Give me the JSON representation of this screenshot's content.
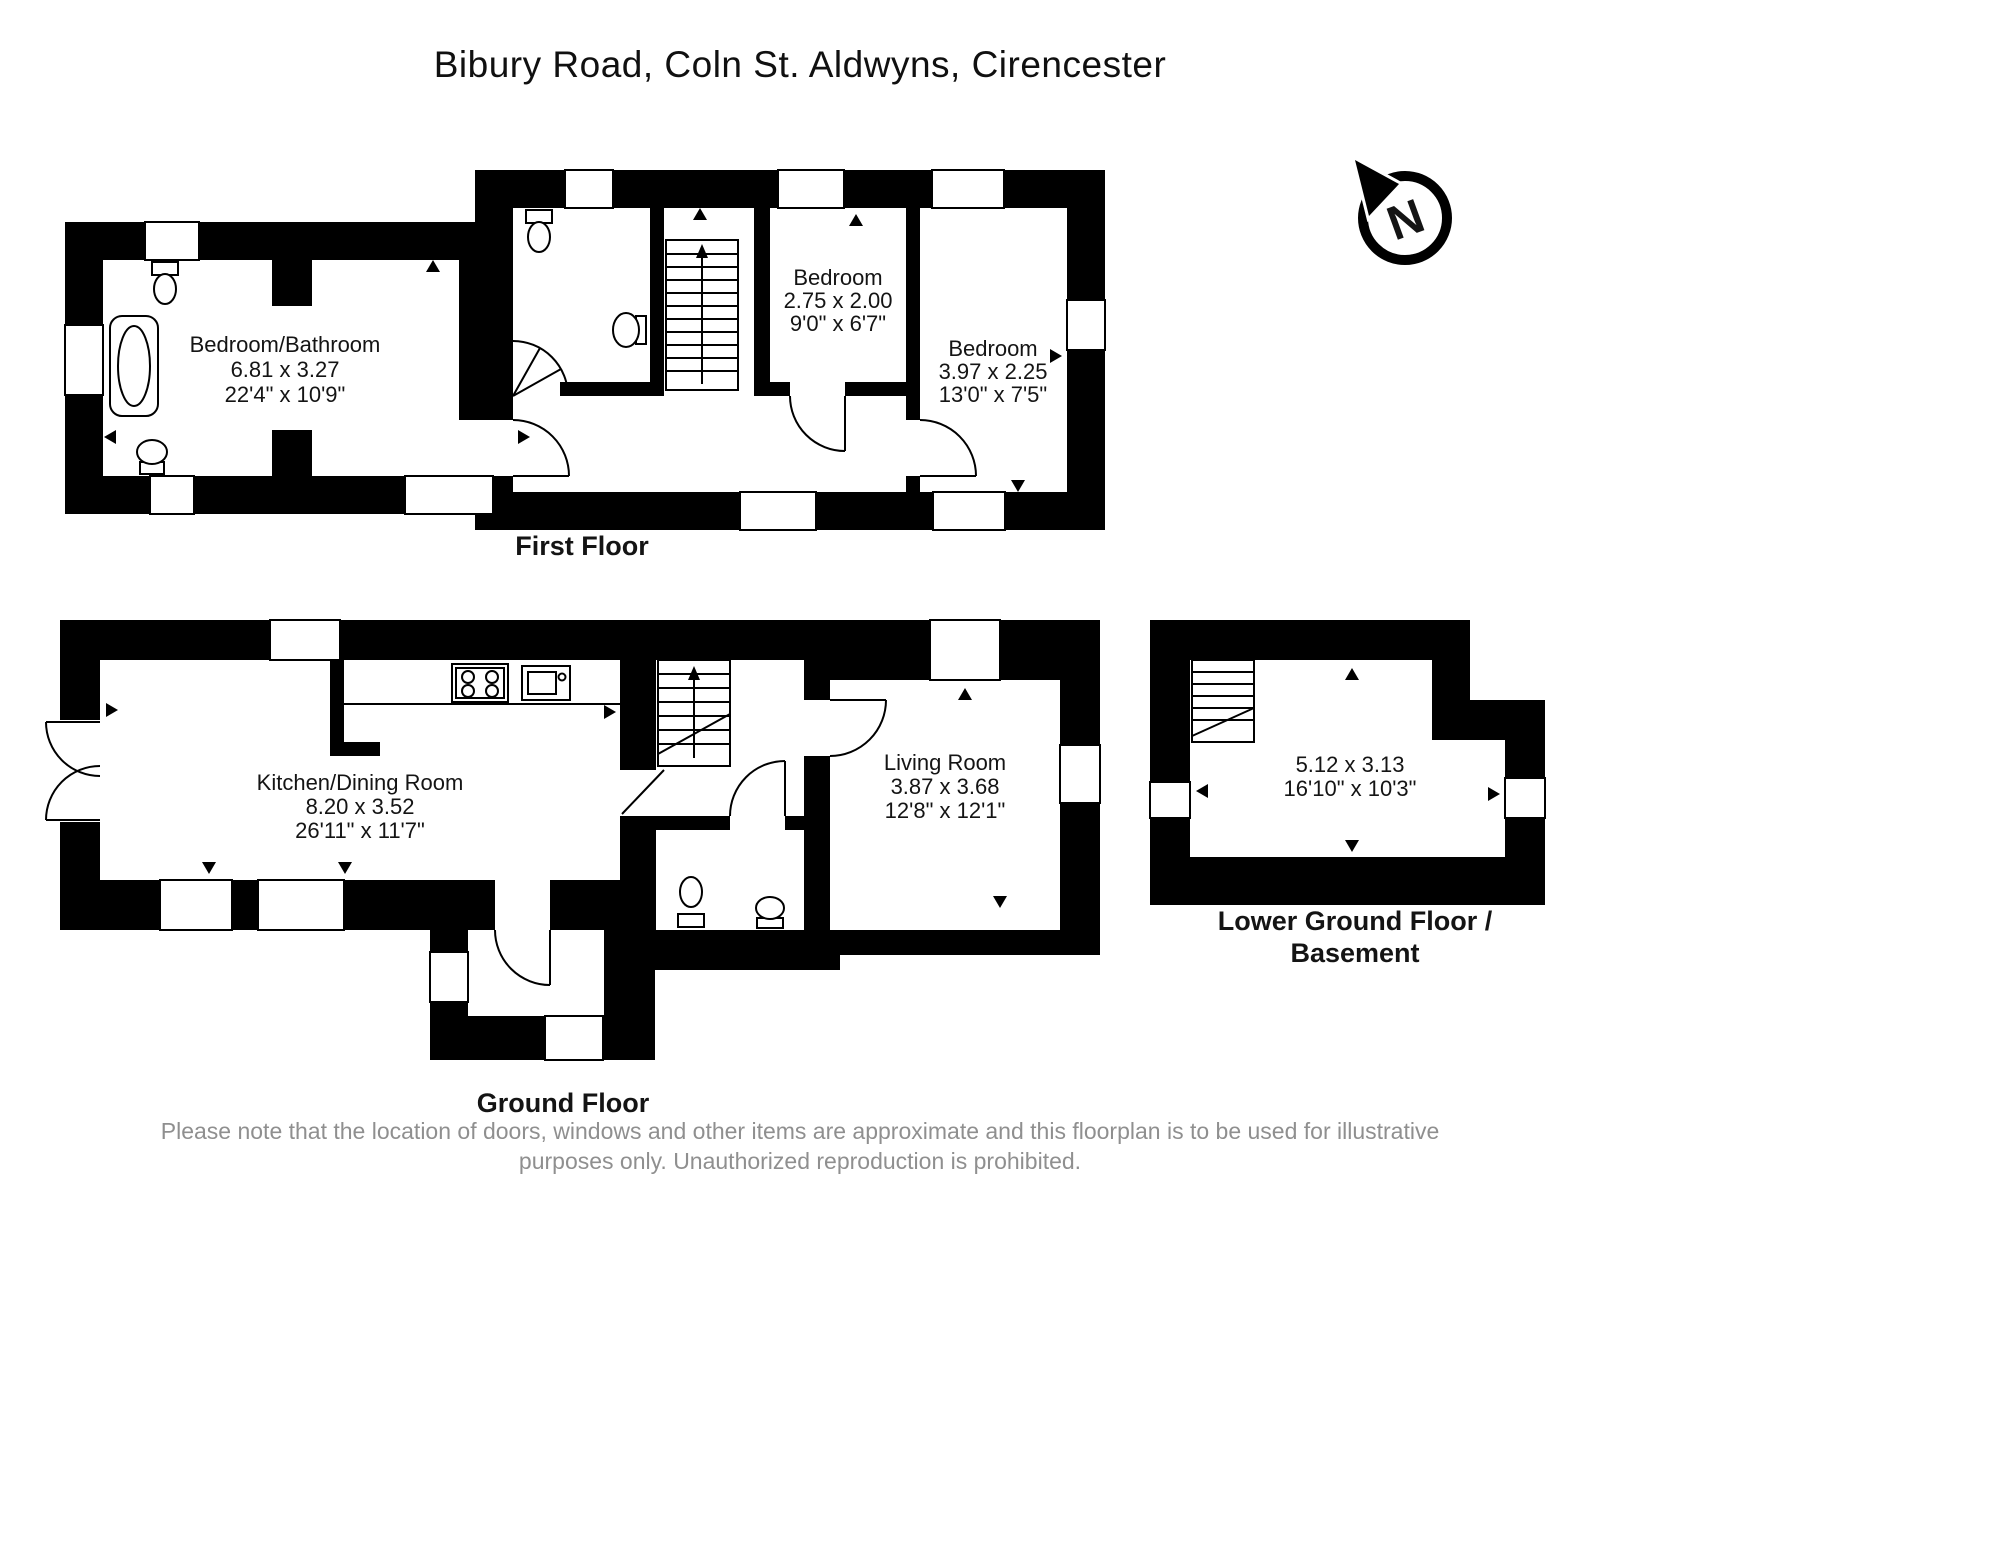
{
  "title": "Bibury Road, Coln St. Aldwyns, Cirencester",
  "compass": {
    "letter": "N"
  },
  "floors": {
    "first": {
      "label": "First Floor",
      "rooms": {
        "bedroom_bathroom": {
          "name": "Bedroom/Bathroom",
          "metric": "6.81 x 3.27",
          "imperial": "22'4\" x 10'9\""
        },
        "bedroom_small": {
          "name": "Bedroom",
          "metric": "2.75 x 2.00",
          "imperial": "9'0\" x 6'7\""
        },
        "bedroom_right": {
          "name": "Bedroom",
          "metric": "3.97 x 2.25",
          "imperial": "13'0\" x 7'5\""
        }
      }
    },
    "ground": {
      "label": "Ground Floor",
      "rooms": {
        "kitchen_dining": {
          "name": "Kitchen/Dining Room",
          "metric": "8.20 x 3.52",
          "imperial": "26'11\" x 11'7\""
        },
        "living": {
          "name": "Living Room",
          "metric": "3.87 x 3.68",
          "imperial": "12'8\" x 12'1\""
        }
      }
    },
    "basement": {
      "label_line1": "Lower Ground Floor /",
      "label_line2": "Basement",
      "rooms": {
        "cellar": {
          "metric": "5.12 x 3.13",
          "imperial": "16'10\" x 10'3\""
        }
      }
    }
  },
  "disclaimer": {
    "line1": "Please note that the location of doors, windows and other items are approximate and this floorplan is to be used for illustrative",
    "line2": "purposes only. Unauthorized reproduction is prohibited."
  }
}
